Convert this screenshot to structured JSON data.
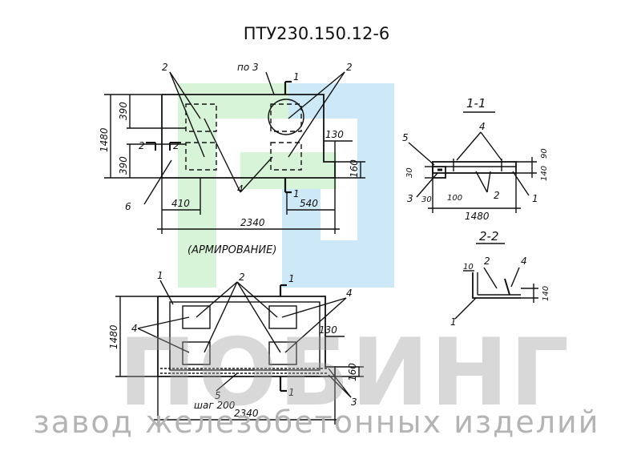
{
  "title": "ПТУ230.150.12-6",
  "brand": {
    "wordmark": "ПОБИНГ",
    "tagline": "завод железобетонных изделий",
    "colors": {
      "green": "#d8f4d8",
      "blue": "#cde9f8",
      "wordmark": "#9a9a9a"
    }
  },
  "drawing": {
    "plan": {
      "dims": {
        "height_total": "1480",
        "top_offset": "390",
        "bottom_offset": "390",
        "length": "2340",
        "left_offset": "410",
        "right_offset": "540",
        "notch_w": "130",
        "notch_h": "160"
      },
      "labels": {
        "top_left": "2",
        "top_right": "2",
        "ref": "по 3",
        "bottom": "4",
        "left": "6",
        "section_left": "2",
        "section_mid": "2",
        "cut": "1",
        "cut_bottom": "1"
      },
      "caption": "(АРМИРОВАНИЕ)"
    },
    "reinforcement": {
      "dims": {
        "height": "1480",
        "length": "2340",
        "notch_w": "130",
        "notch_h": "160"
      },
      "labels": {
        "top_left": "1",
        "top": "2",
        "left": "4",
        "right": "4",
        "bottom_right": "3",
        "bar": "5",
        "cut": "1",
        "cut_bottom": "1"
      },
      "step": "шаг 200"
    },
    "section_1": {
      "title": "1-1",
      "dims": {
        "width": "1480",
        "h30": "30",
        "h140": "140",
        "h90": "90",
        "w100": "100",
        "w30": "30"
      },
      "labels": {
        "top": "4",
        "left_top": "5",
        "left_bottom": "3",
        "right_bottom": "1",
        "mid": "2"
      }
    },
    "section_2": {
      "title": "2-2",
      "dims": {
        "h10": "10",
        "h140": "140"
      },
      "labels": {
        "top_left": "2",
        "top_right": "4",
        "bottom": "1"
      }
    }
  }
}
